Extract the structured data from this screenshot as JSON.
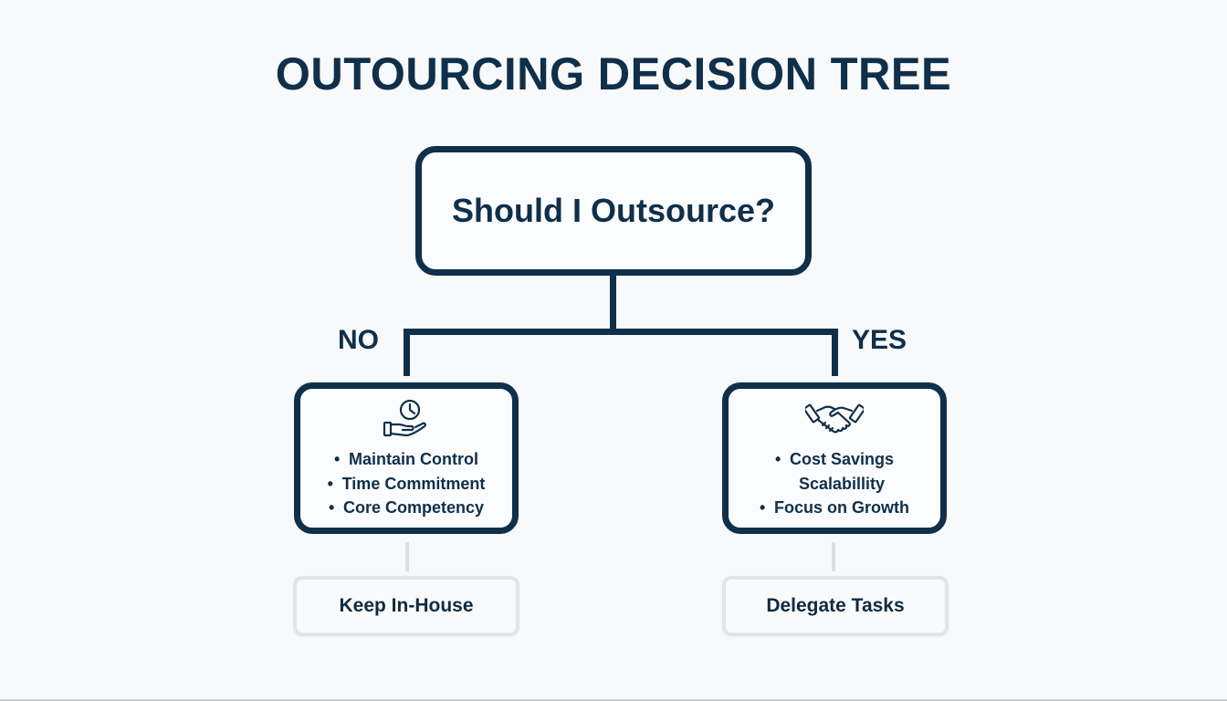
{
  "title": "OUTOURCING DECISION TREE",
  "root": {
    "question": "Should I Outsource?"
  },
  "branches": {
    "no": {
      "label": "NO",
      "icon": "hand-clock-icon",
      "items": [
        "Maintain Control",
        "Time Commitment",
        "Core Competency"
      ],
      "bullets": [
        "•",
        "•",
        "•"
      ],
      "outcome": "Keep In-House"
    },
    "yes": {
      "label": "YES",
      "icon": "handshake-icon",
      "items": [
        "Cost Savings",
        "Scalabillity",
        "Focus on Growth"
      ],
      "bullets": [
        "•",
        "",
        "•"
      ],
      "outcome": "Delegate Tasks"
    }
  },
  "colors": {
    "primary": "#0f2f4a",
    "background": "#f7f9fa",
    "outcome_border": "#e2e5e8",
    "faint_connector": "#dcdfe2"
  }
}
